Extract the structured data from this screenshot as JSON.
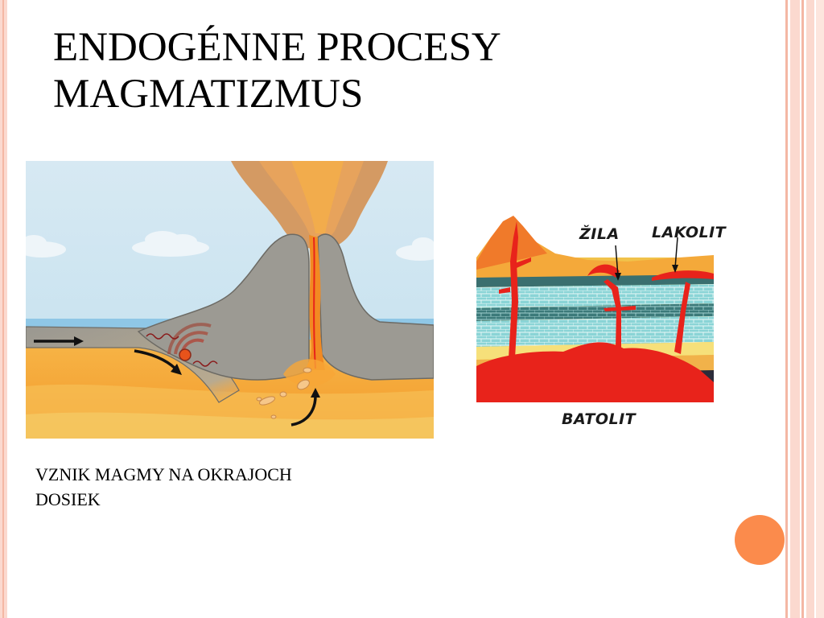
{
  "slide": {
    "title_line1": "ENDOGÉNNE PROCESY",
    "title_line2": "MAGMATIZMUS",
    "caption_line1": "VZNIK MAGMY NA OKRAJOCH",
    "caption_line2": "DOSIEK"
  },
  "right_diagram": {
    "label_zila": "ŽILA",
    "label_lakolit": "LAKOLIT",
    "label_batolit": "BATOLIT"
  },
  "colors": {
    "accent": "#fb8b4c",
    "border_pink": "#fbd9cf",
    "magma_red": "#e8231b",
    "volcano_gray": "#9c9a93"
  }
}
